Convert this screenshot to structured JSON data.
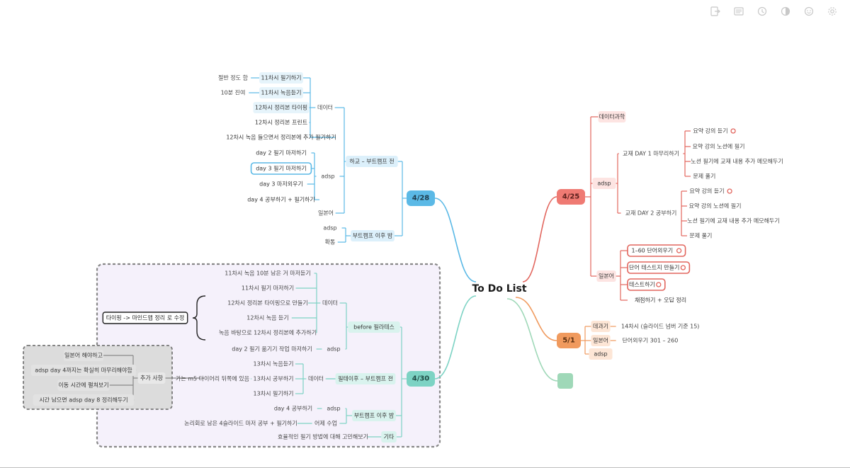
{
  "toolbar": {
    "icons": [
      "export-icon",
      "outline-icon",
      "history-icon",
      "theme-icon",
      "emoji-icon",
      "settings-icon"
    ]
  },
  "colors": {
    "blue": "#5bb9e6",
    "red": "#e2665e",
    "orange": "#f09a5e",
    "teal": "#7dd3c4",
    "green": "#9fd8b8"
  },
  "mindmap": {
    "root": "To Do List",
    "branches": {
      "apr28": {
        "label": "4/28",
        "school": {
          "label": "하교 – 부트캠프 전",
          "data": {
            "label": "데이터",
            "items": [
              {
                "label": "11차시 필기하기",
                "note": "절반 정도 함"
              },
              {
                "label": "11차시 녹음듣기",
                "note": "10분 진여"
              },
              {
                "label": "12차시 정리본 타이핑"
              },
              {
                "label": "12차시 정리본 프린트"
              },
              {
                "label": "12차시 녹음 들으면서 정리본에 추가 필기하기"
              }
            ]
          },
          "adsp": {
            "label": "adsp",
            "items": [
              "day 2 필기 마저하기",
              "day 3 필기 마저하기",
              "day 3 마저외우기",
              "day 4 공부하기 + 필기하기"
            ]
          },
          "japanese": {
            "label": "일본어"
          }
        },
        "after": {
          "label": "부트캠프 이후 밤",
          "items": [
            "adsp",
            "확통"
          ]
        }
      },
      "apr30": {
        "label": "4/30",
        "before": {
          "label": "before 필라테스",
          "data": {
            "label": "데이터",
            "items": [
              "11차시 녹음 10분 남은 거 마저듣기",
              "11차시 필기 마저하기",
              "12차시 정리본 타이핑으로 만들기",
              "12차시 녹음 듣기",
              "녹음 바탕으로 12차시 정리본에 추가하기"
            ]
          },
          "adsp": {
            "label": "adsp",
            "item": "day 2 필기 옮기기 작업 마저하기"
          },
          "callout": "타이핑 -> 마인드맵 정리 로 수정"
        },
        "pilates": {
          "label": "필테이후 – 부트캠프 전",
          "data": {
            "label": "데이터",
            "items": [
              "13차시 녹음듣기",
              "13차시 공부하기",
              "13차시 필기하기"
            ],
            "note": "가는 m5 다이어리 뒤쪽에 있음"
          }
        },
        "after": {
          "label": "부트캠프 이후 밤",
          "adsp": {
            "label": "adsp",
            "item": "day 4 공부하기"
          },
          "yesterday": {
            "label": "어제 수업",
            "item": "논리회로 남은 4슬라이드 마저 공부 + 필기하기"
          }
        },
        "etc": {
          "label": "기타",
          "item": "효율적인 필기 방법에 대해 고민해보기"
        },
        "extra": {
          "label": "추가 사항",
          "items": [
            "일본어 해야하고",
            "adsp day 4까지는 확실히 마무리해야함",
            "이동 시간에 펼쳐보기",
            "시간 남으면 adsp day 8 정리해두기"
          ]
        }
      },
      "apr25": {
        "label": "4/25",
        "datascience": {
          "label": "데이터과학"
        },
        "adsp": {
          "label": "adsp",
          "day1": {
            "label": "교재 DAY 1 마무리하기",
            "items": [
              "요약 강의 듣기",
              "요약 강의 노션에 필기",
              "노션 필기에 교재 내용 추가 메모해두기",
              "문제 풀기"
            ]
          },
          "day2": {
            "label": "교재 DAY 2 공부하기",
            "items": [
              "요약 강의 듣기",
              "요약 강의 노션에 필기",
              "노션 필기에 교재 내용 추가 메모해두기",
              "문제 풀기"
            ]
          }
        },
        "japanese": {
          "label": "일본어",
          "items": [
            "1–60 단어외우기",
            "단어 테스트지 만들기",
            "테스트하기",
            "채점하기 + 오답 정리"
          ]
        }
      },
      "may1": {
        "label": "5/1",
        "items": [
          {
            "label": "데과기",
            "detail": "14차시 (슬라이드 넘버 기준 15)"
          },
          {
            "label": "일본어",
            "detail": "단어외우기 301 – 260"
          },
          {
            "label": "adsp",
            "detail": ""
          }
        ]
      },
      "blank": {
        "label": ""
      }
    }
  }
}
